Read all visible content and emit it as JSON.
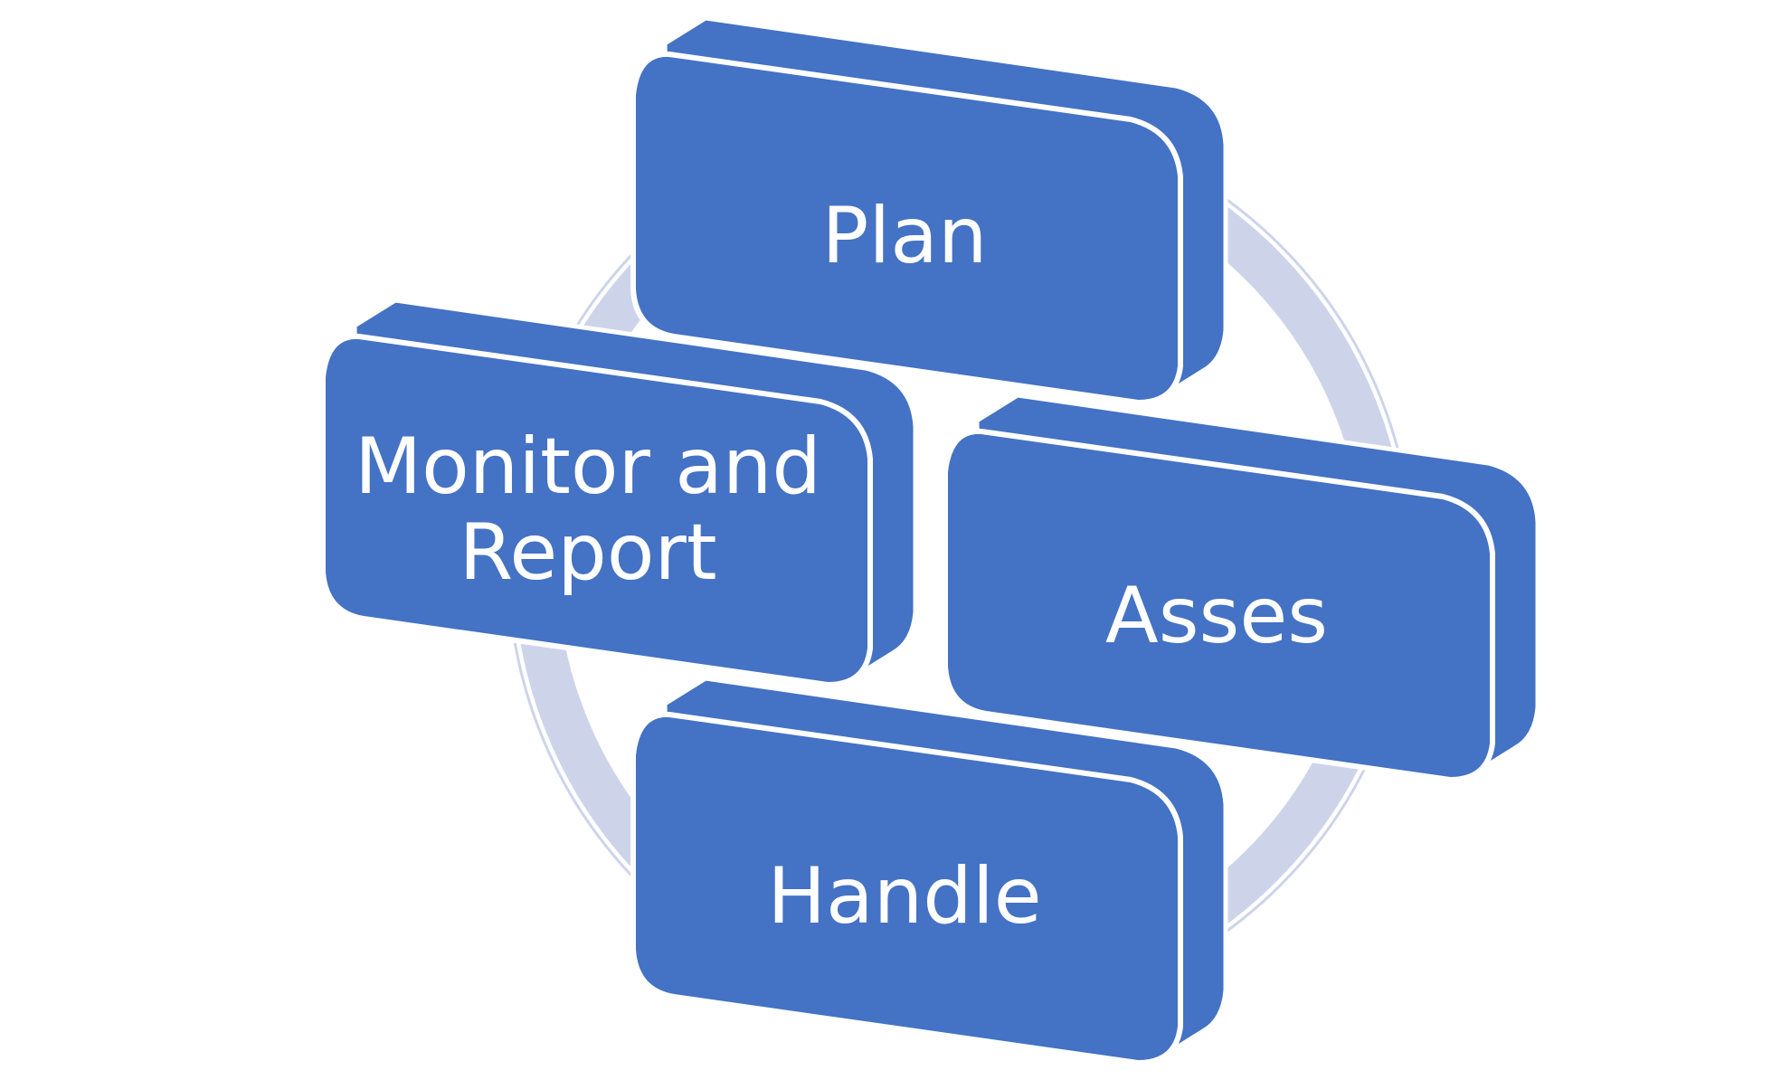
{
  "diagram": {
    "type": "cycle",
    "steps": [
      {
        "id": "plan",
        "label": "Plan"
      },
      {
        "id": "asses",
        "label": "Asses"
      },
      {
        "id": "handle",
        "label": "Handle"
      },
      {
        "id": "monitor",
        "label_line1": "Monitor and",
        "label_line2": "Report"
      }
    ],
    "colors": {
      "box_fill": "#4472C4",
      "box_side": "#4472C4",
      "box_outline": "#ffffff",
      "ring": "#CDD4EA",
      "text": "#ffffff"
    }
  }
}
